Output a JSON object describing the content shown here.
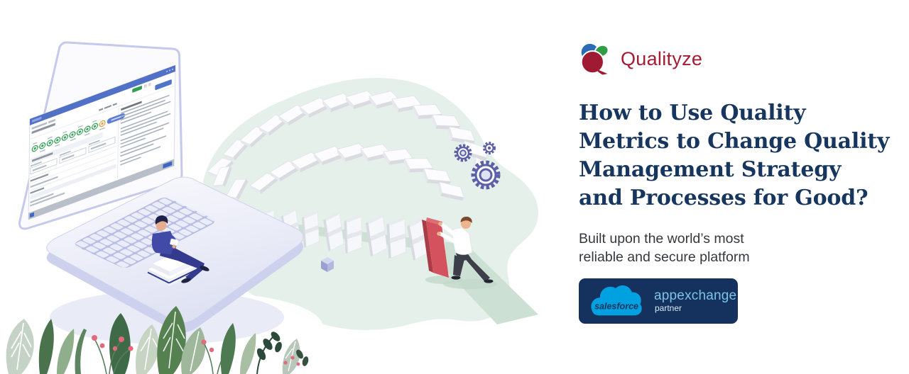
{
  "brand": {
    "name": "Qualityze"
  },
  "headline": {
    "lines": [
      "How to Use Quality",
      "Metrics to Change Quality",
      "Management Strategy",
      "and Processes for Good?"
    ]
  },
  "subheadline": {
    "lines": [
      "Built upon the world’s most",
      "reliable and secure platform"
    ]
  },
  "partner_badge": {
    "salesforce": "salesforce",
    "appexchange": "appexchange",
    "partner": "partner"
  },
  "colors": {
    "headline_navy": "#17365f",
    "brand_crimson": "#a41d35",
    "badge_navy": "#15325f",
    "salesforce_blue": "#00a1e0",
    "appexchange_blue": "#7cc3e8",
    "illustration_green": "#e4f0e9",
    "domino_red": "#d4525e",
    "gear_purple": "#5d60a8"
  }
}
